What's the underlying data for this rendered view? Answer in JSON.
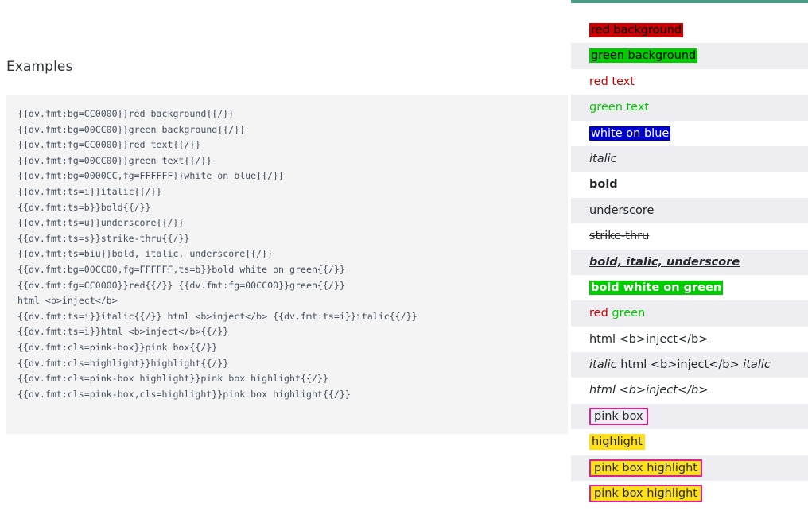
{
  "heading": "Examples",
  "code_block": {
    "lines": [
      "{{dv.fmt:bg=CC0000}}red background{{/}}",
      "{{dv.fmt:bg=00CC00}}green background{{/}}",
      "{{dv.fmt:fg=CC0000}}red text{{/}}",
      "{{dv.fmt:fg=00CC00}}green text{{/}}",
      "{{dv.fmt:bg=0000CC,fg=FFFFFF}}white on blue{{/}}",
      "{{dv.fmt:ts=i}}italic{{/}}",
      "{{dv.fmt:ts=b}}bold{{/}}",
      "{{dv.fmt:ts=u}}underscore{{/}}",
      "{{dv.fmt:ts=s}}strike-thru{{/}}",
      "{{dv.fmt:ts=biu}}bold, italic, underscore{{/}}",
      "{{dv.fmt:bg=00CC00,fg=FFFFFF,ts=b}}bold white on green{{/}}",
      "{{dv.fmt:fg=CC0000}}red{{/}} {{dv.fmt:fg=00CC00}}green{{/}}",
      "html <b>inject</b>",
      "{{dv.fmt:ts=i}}italic{{/}} html <b>inject</b> {{dv.fmt:ts=i}}italic{{/}}",
      "{{dv.fmt:ts=i}}html <b>inject</b>{{/}}",
      "{{dv.fmt:cls=pink-box}}pink box{{/}}",
      "{{dv.fmt:cls=highlight}}highlight{{/}}",
      "{{dv.fmt:cls=pink-box highlight}}pink box highlight{{/}}",
      "{{dv.fmt:cls=pink-box,cls=highlight}}pink box highlight{{/}}"
    ]
  },
  "preview": {
    "rows": [
      {
        "id": "red-background",
        "text": "red background"
      },
      {
        "id": "green-background",
        "text": "green background"
      },
      {
        "id": "red-text",
        "text": "red text"
      },
      {
        "id": "green-text",
        "text": "green text"
      },
      {
        "id": "white-on-blue",
        "text": "white on blue"
      },
      {
        "id": "italic",
        "text": "italic"
      },
      {
        "id": "bold",
        "text": "bold"
      },
      {
        "id": "underscore",
        "text": "underscore"
      },
      {
        "id": "strike-thru",
        "text": "strike-thru"
      },
      {
        "id": "bold-italic-underscore",
        "text": "bold, italic, underscore"
      },
      {
        "id": "bold-white-on-green",
        "text": "bold white on green"
      },
      {
        "id": "red-green",
        "text_red": "red",
        "text_green": "green"
      },
      {
        "id": "html-inject",
        "text": "html <b>inject</b>"
      },
      {
        "id": "italic-html-inject-italic",
        "lead": "italic",
        "mid": "html <b>inject</b>",
        "tail": "italic"
      },
      {
        "id": "italic-html-inject",
        "text": "html <b>inject</b>"
      },
      {
        "id": "pink-box",
        "text": "pink box"
      },
      {
        "id": "highlight",
        "text": "highlight"
      },
      {
        "id": "pink-box-highlight-space",
        "text": "pink box highlight"
      },
      {
        "id": "pink-box-highlight-comma",
        "text": "pink box highlight"
      }
    ]
  },
  "colors": {
    "red": "#CC0000",
    "green": "#00CC00",
    "blue": "#0000CC",
    "white": "#FFFFFF",
    "pink_box_border": "#E0218A",
    "highlight_yellow": "#FFE01B",
    "topbar_teal": "#4A9C86",
    "code_background": "#F4F4F5",
    "row_stripe": "#EEEEF2"
  }
}
